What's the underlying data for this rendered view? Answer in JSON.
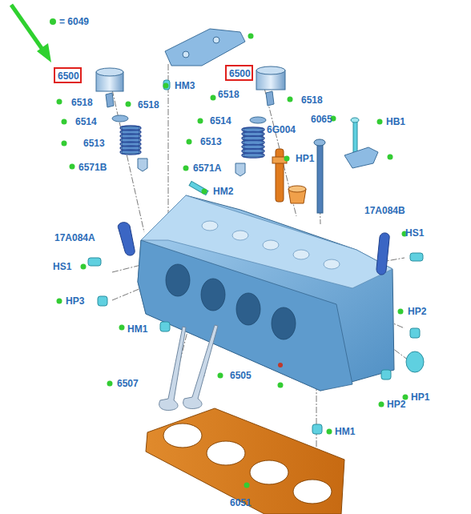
{
  "diagram": {
    "nodes": [
      {
        "text": [
          "6500"
        ]
      },
      {
        "text": [
          "6500"
        ]
      }
    ],
    "labels": [
      "6518",
      "6518",
      "6514",
      "6513",
      "6571B",
      "HM3",
      "6518",
      "6518",
      "6514",
      "6513",
      "6571A",
      "6G004",
      "HP1",
      "6065",
      "HB1",
      "HM2",
      "17A084A",
      "17A084B",
      "HS1",
      "HS1",
      "HP3",
      "HM1",
      "HP2",
      "HP2",
      "HP1",
      "6507",
      "6505",
      "HM1",
      "6051"
    ],
    "legend": [
      {
        "text": "= 6049",
        "color": "#33cc33"
      }
    ]
  }
}
